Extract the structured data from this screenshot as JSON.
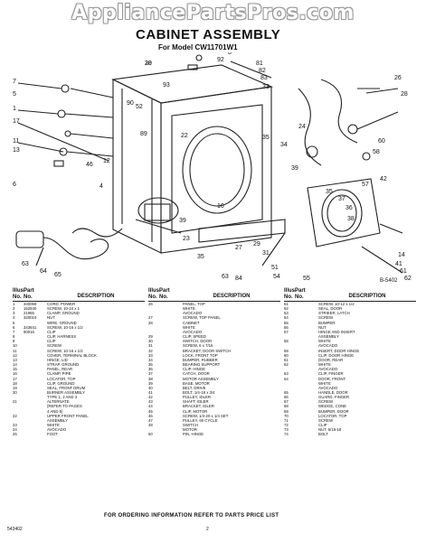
{
  "watermark": "AppliancePartsPros.com",
  "title": "CABINET ASSEMBLY",
  "subtitle": "For Model CW11701W1",
  "diagram_ref": "B-5402",
  "callouts": [
    "28",
    "92",
    "8",
    "93",
    "81",
    "82",
    "83",
    "33",
    "7",
    "5",
    "1",
    "90",
    "52",
    "89",
    "22",
    "35",
    "34",
    "17",
    "24",
    "11",
    "13",
    "46",
    "12",
    "39",
    "35",
    "37",
    "36",
    "38",
    "57",
    "58",
    "60",
    "42",
    "26",
    "28",
    "6",
    "4",
    "14",
    "41",
    "61",
    "62",
    "63",
    "65",
    "64",
    "39",
    "23",
    "16",
    "35",
    "27",
    "29",
    "31",
    "51",
    "54",
    "55",
    "63",
    "84",
    "30"
  ],
  "table_headers": {
    "illus": "Illus.",
    "part": "Part",
    "no": "No.",
    "description": "DESCRIPTION"
  },
  "parts_col1": [
    [
      "1",
      "340069",
      "CORD, POWER"
    ],
    [
      "2",
      "152840",
      "SCREW, 10-24 x 1"
    ],
    [
      "3",
      "21965",
      "CLAMP, GROUND"
    ],
    [
      "4",
      "320019",
      "NUT"
    ],
    [
      "5",
      "",
      "WIRE, GROUND"
    ],
    [
      "6",
      "343641",
      "SCREW, 10-16 x 1/2"
    ],
    [
      "7",
      "90016",
      "CLIP"
    ],
    [
      "8",
      "",
      "CLIP, HARNESS"
    ],
    [
      "9",
      "",
      "CLIP"
    ],
    [
      "10",
      "",
      "SCREW"
    ],
    [
      "11",
      "",
      "SCREW, 10-16 x 1/2"
    ],
    [
      "12",
      "",
      "COVER, TERMINAL BLOCK"
    ],
    [
      "13",
      "",
      "HINGE, LID"
    ],
    [
      "14",
      "",
      "STRAP, GROUND"
    ],
    [
      "15",
      "",
      "PANEL, REAR"
    ],
    [
      "16",
      "",
      "CLAMP, PIPE"
    ],
    [
      "17",
      "",
      "LOCATOR, TOP"
    ],
    [
      "18",
      "",
      "CLIP, GROUND"
    ],
    [
      "19",
      "",
      "SEAL, FRONT DRUM"
    ],
    [
      "20",
      "",
      "BURNER ASSEMBLY"
    ],
    [
      "",
      "",
      "TYPE 1, 2 AND 3"
    ],
    [
      "21",
      "",
      "ALTERNATE"
    ],
    [
      "",
      "",
      "(REFER TO PAGES"
    ],
    [
      "",
      "",
      "4 AND 5)"
    ],
    [
      "22",
      "",
      "UPPER FRONT PANEL"
    ],
    [
      "",
      "",
      "ASSEMBLY"
    ],
    [
      "23",
      "",
      "WHITE"
    ],
    [
      "24",
      "",
      "AVOCADO"
    ],
    [
      "25",
      "",
      "FOOT"
    ]
  ],
  "parts_col2": [
    [
      "26",
      "",
      "PANEL, TOP"
    ],
    [
      "",
      "",
      "WHITE"
    ],
    [
      "",
      "",
      "AVOCADO"
    ],
    [
      "27",
      "",
      "SCREW, TOP PANEL"
    ],
    [
      "28",
      "",
      "CABINET"
    ],
    [
      "",
      "",
      "WHITE"
    ],
    [
      "",
      "",
      "AVOCADO"
    ],
    [
      "29",
      "",
      "CLIP, SPEED"
    ],
    [
      "30",
      "",
      "SWITCH, DOOR"
    ],
    [
      "31",
      "",
      "SCREW, 6 x 7/16"
    ],
    [
      "32",
      "",
      "BRACKET, DOOR SWITCH"
    ],
    [
      "33",
      "",
      "LOCK, FRONT TOP"
    ],
    [
      "34",
      "",
      "BUMPER, RUBBER"
    ],
    [
      "35",
      "",
      "BEARING SUPPORT"
    ],
    [
      "36",
      "",
      "CLIP, HINGE"
    ],
    [
      "37",
      "",
      "CATCH, DOOR"
    ],
    [
      "38",
      "",
      "MOTOR ASSEMBLY"
    ],
    [
      "",
      "",
      ""
    ],
    [
      "39",
      "",
      "BASE, MOTOR"
    ],
    [
      "40",
      "",
      "BELT, DRIVE"
    ],
    [
      "41",
      "",
      "BOLT, 1/4-18 x 3/4"
    ],
    [
      "42",
      "",
      "PULLEY, IDLER"
    ],
    [
      "43",
      "",
      "SHAFT, IDLER"
    ],
    [
      "44",
      "",
      "BRACKET, IDLER"
    ],
    [
      "45",
      "",
      "CLIP, MOTOR"
    ],
    [
      "46",
      "",
      "SCREW, 1/4-20 x 1/4 SET"
    ],
    [
      "47",
      "",
      "PULLEY, 60 CYCLE"
    ],
    [
      "48",
      "",
      "SWITCH"
    ],
    [
      "",
      "",
      "MOTOR"
    ],
    [
      "50",
      "",
      "PIN, HINGE"
    ]
  ],
  "parts_col3": [
    [
      "51",
      "",
      "SCREW, 10-12 x 1/2"
    ],
    [
      "52",
      "",
      "SEAL, DOOR"
    ],
    [
      "53",
      "",
      "STRIKER, LATCH"
    ],
    [
      "54",
      "",
      "SCREW"
    ],
    [
      "55",
      "",
      "BUMPER"
    ],
    [
      "56",
      "",
      "NUT"
    ],
    [
      "57",
      "",
      "HINGE AND INSERT"
    ],
    [
      "",
      "",
      "ASSEMBLY"
    ],
    [
      "58",
      "",
      "WHITE"
    ],
    [
      "",
      "",
      "AVOCADO"
    ],
    [
      "59",
      "",
      "INSERT, DOOR HINGE"
    ],
    [
      "60",
      "",
      "CLIP, DOOR HINGE"
    ],
    [
      "61",
      "",
      "DOOR, REAR"
    ],
    [
      "",
      "",
      ""
    ],
    [
      "62",
      "",
      "WHITE"
    ],
    [
      "",
      "",
      "AVOCADO"
    ],
    [
      "63",
      "",
      "CLIP, FINGER"
    ],
    [
      "64",
      "",
      "DOOR, FRONT"
    ],
    [
      "",
      "",
      "WHITE"
    ],
    [
      "",
      "",
      "AVOCADO"
    ],
    [
      "65",
      "",
      "HANDLE, DOOR"
    ],
    [
      "66",
      "",
      "GUARD, FINGER"
    ],
    [
      "67",
      "",
      "SCREW"
    ],
    [
      "68",
      "",
      "WEDGE, CONE"
    ],
    [
      "69",
      "",
      "BUMPER, DOOR"
    ],
    [
      "70",
      "",
      "LOCATOR, TOP"
    ],
    [
      "71",
      "",
      "SCREW"
    ],
    [
      "72",
      "",
      "CLIP"
    ],
    [
      "73",
      "",
      "NUT, 5/16-18"
    ],
    [
      "74",
      "",
      "BOLT"
    ]
  ],
  "footer": "FOR ORDERING INFORMATION REFER TO PARTS PRICE LIST",
  "page_number": "2",
  "page_code": "543402"
}
